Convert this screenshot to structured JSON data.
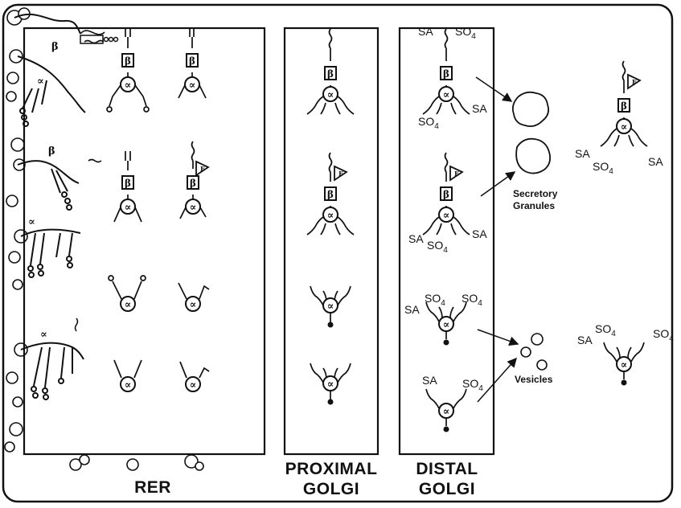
{
  "compartments": {
    "rer": "RER",
    "proximal_line1": "PROXIMAL",
    "proximal_line2": "GOLGI",
    "distal_line1": "DISTAL",
    "distal_line2": "GOLGI"
  },
  "destinations": {
    "granules_line1": "Secretory",
    "granules_line2": "Granules",
    "vesicles": "Vesicles"
  },
  "modifications": {
    "sialic_acid": "SA",
    "sulfate": "SO",
    "sulfate_subscript": "4",
    "fucose": "F"
  },
  "subunits": {
    "alpha": "∝",
    "beta": "β"
  }
}
